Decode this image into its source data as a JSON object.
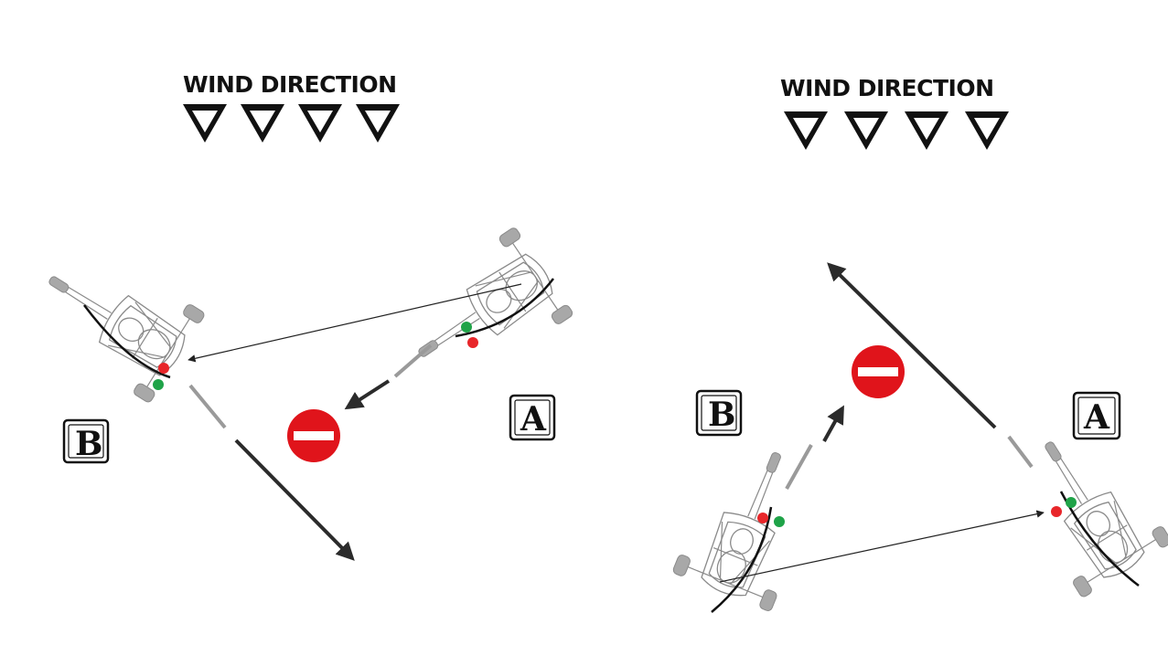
{
  "panels": [
    {
      "id": "left",
      "wind_label": "WIND DIRECTION",
      "point_a": "A",
      "point_b": "B"
    },
    {
      "id": "right",
      "wind_label": "WIND DIRECTION",
      "point_a": "A",
      "point_b": "B"
    }
  ],
  "colors": {
    "no_entry_red": "#e0141b",
    "marker_red": "#e8262a",
    "marker_green": "#1fa348",
    "ink": "#111111",
    "kart_gray": "#8a8a8a"
  },
  "icons": [
    "wind-direction-triangle-icon",
    "no-entry-icon",
    "kite-buggy-icon"
  ]
}
